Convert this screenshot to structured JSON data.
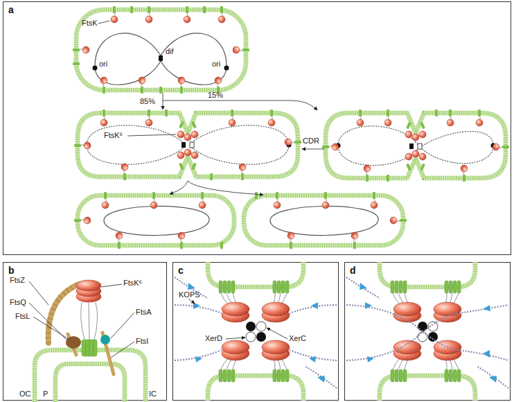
{
  "diagram": {
    "nodes": [
      {
        "text": [
          "a"
        ]
      },
      {
        "text": [
          "b"
        ]
      },
      {
        "text": [
          "c"
        ]
      },
      {
        "text": [
          "d"
        ]
      }
    ],
    "labels": [
      "FtsK",
      "ori",
      "dif",
      "ori",
      "85%",
      "15%",
      "FtsK⁶",
      "CDR",
      "FtsZ",
      "FtsQ",
      "FtsL",
      "FtsA",
      "FtsI",
      "FtsK⁶",
      "OC",
      "P",
      "IC",
      "KOPS",
      "XerD",
      "XerC"
    ]
  }
}
